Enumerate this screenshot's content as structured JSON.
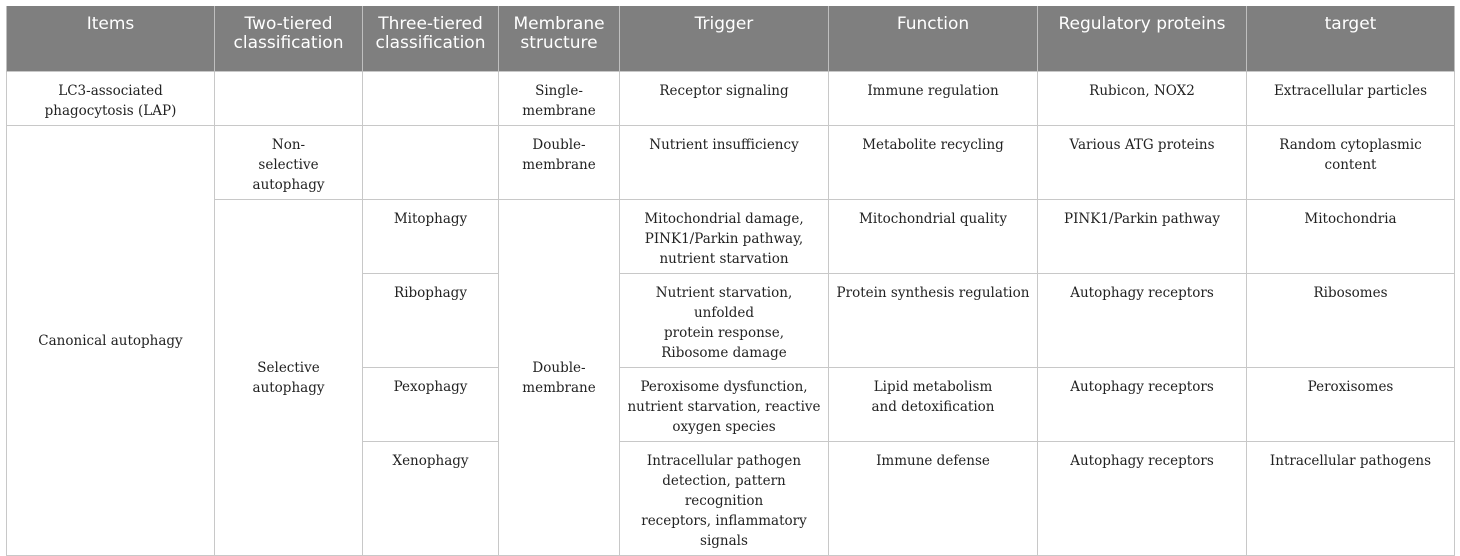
{
  "table": {
    "headers": [
      "Items",
      "Two-tiered\nclassification",
      "Three-tiered\nclassification",
      "Membrane\nstructure",
      "Trigger",
      "Function",
      "Regulatory proteins",
      "target"
    ],
    "lap": {
      "item": "LC3-associated\nphagocytosis (LAP)",
      "two_tier": "",
      "three_tier": "",
      "membrane": "Single-\nmembrane",
      "trigger": "Receptor signaling",
      "function": "Immune regulation",
      "proteins": "Rubicon, NOX2",
      "target": "Extracellular particles"
    },
    "canonical": {
      "item": "Canonical autophagy",
      "nonselective": {
        "two_tier": "Non-\nselective autophagy",
        "three_tier": "",
        "membrane": "Double-\nmembrane",
        "trigger": "Nutrient insufficiency",
        "function": "Metabolite recycling",
        "proteins": "Various ATG proteins",
        "target": "Random cytoplasmic content"
      },
      "selective_label": "Selective autophagy",
      "selective_membrane": "Double-\nmembrane",
      "selective": [
        {
          "three_tier": "Mitophagy",
          "trigger": "Mitochondrial damage,\nPINK1/Parkin pathway,\nnutrient starvation",
          "function": "Mitochondrial quality",
          "proteins": "PINK1/Parkin pathway",
          "target": "Mitochondria"
        },
        {
          "three_tier": "Ribophagy",
          "trigger": "Nutrient starvation, unfolded\nprotein response,\nRibosome damage",
          "function": "Protein synthesis regulation",
          "proteins": "Autophagy receptors",
          "target": "Ribosomes"
        },
        {
          "three_tier": "Pexophagy",
          "trigger": "Peroxisome dysfunction,\nnutrient starvation, reactive\noxygen species",
          "function": "Lipid metabolism\nand detoxification",
          "proteins": "Autophagy receptors",
          "target": "Peroxisomes"
        },
        {
          "three_tier": "Xenophagy",
          "trigger": "Intracellular pathogen\ndetection, pattern recognition\nreceptors, inflammatory signals",
          "function": "Immune defense",
          "proteins": "Autophagy receptors",
          "target": "Intracellular pathogens"
        }
      ]
    }
  }
}
